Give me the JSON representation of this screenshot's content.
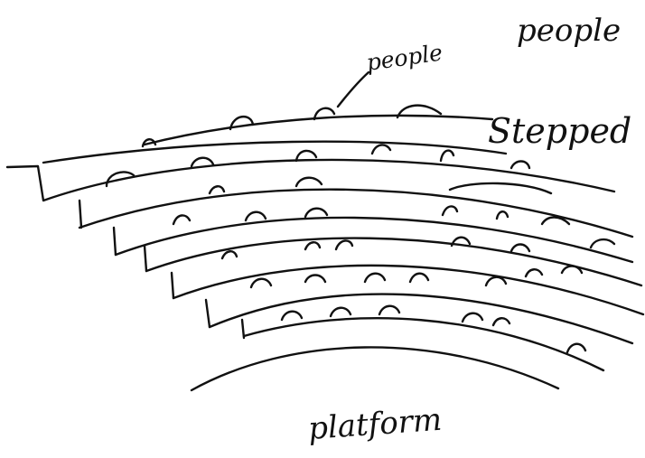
{
  "labels": {
    "people_top": "people",
    "people_pointer": "people",
    "stepped": "Stepped",
    "platform": "platform"
  }
}
